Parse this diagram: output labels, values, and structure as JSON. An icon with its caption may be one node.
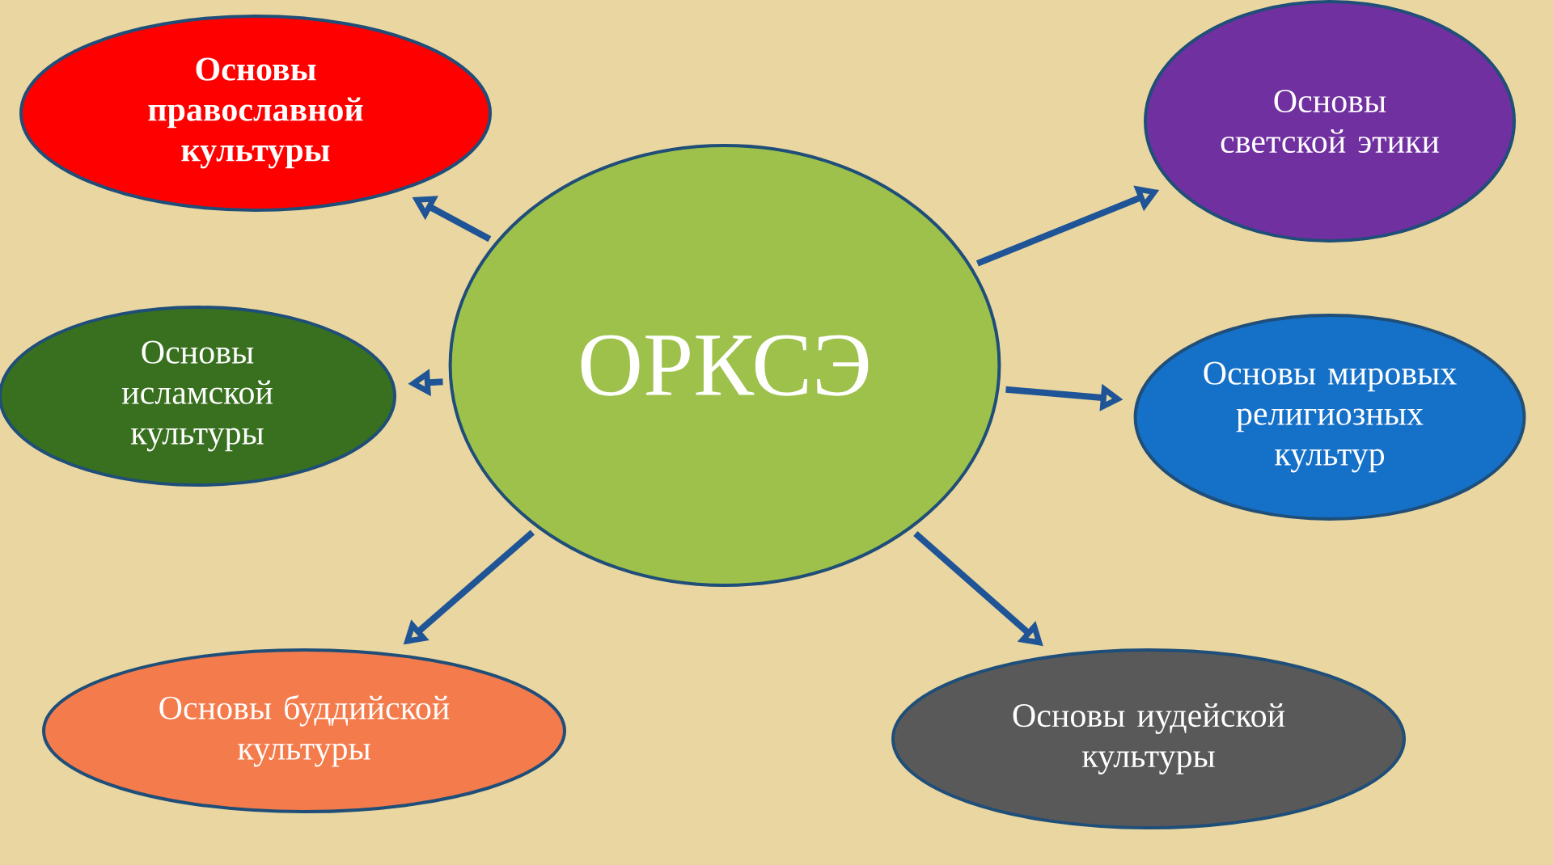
{
  "diagram": {
    "nodes": [
      {
        "text": [
          "ОРКСЭ"
        ]
      },
      {
        "text": [
          "Основы православной культуры"
        ]
      },
      {
        "text": [
          "Основы светской этики"
        ]
      },
      {
        "text": [
          "Основы исламской культуры"
        ]
      },
      {
        "text": [
          "Основы мировых религиозных культур"
        ]
      },
      {
        "text": [
          "Основы буддийской культуры"
        ]
      },
      {
        "text": [
          "Основы иудейской культуры"
        ]
      }
    ],
    "edges": [
      {
        "from": 0,
        "to": 1,
        "arrow": "to"
      },
      {
        "from": 0,
        "to": 2,
        "arrow": "to"
      },
      {
        "from": 0,
        "to": 3,
        "arrow": "to"
      },
      {
        "from": 0,
        "to": 4,
        "arrow": "to"
      },
      {
        "from": 0,
        "to": 5,
        "arrow": "to"
      },
      {
        "from": 0,
        "to": 6,
        "arrow": "to"
      }
    ]
  }
}
